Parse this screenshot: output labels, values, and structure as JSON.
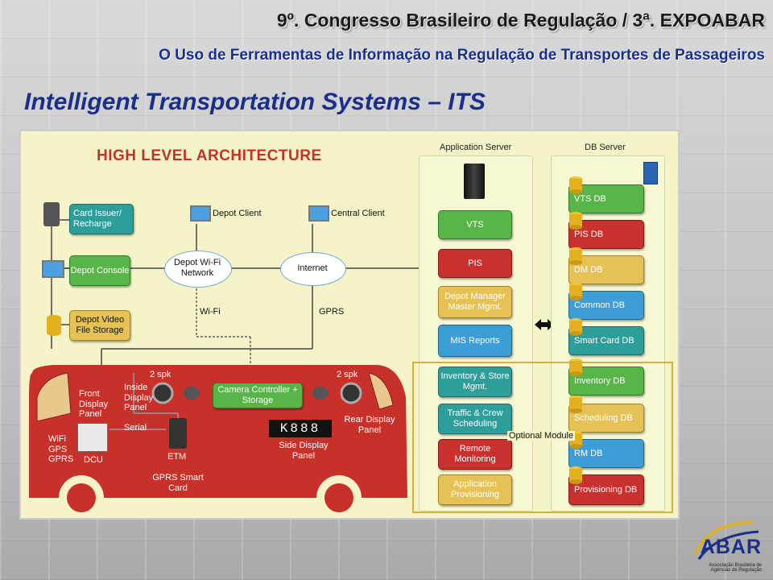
{
  "header": {
    "title": "9º. Congresso Brasileiro de Regulação / 3ª. EXPOABAR",
    "subtitle": "O Uso de Ferramentas de Informação na Regulação de Transportes de Passageiros"
  },
  "page_title": "Intelligent Transportation Systems – ITS",
  "diagram": {
    "title": "HIGH LEVEL ARCHITECTURE",
    "app_server_label": "Application Server",
    "db_server_label": "DB Server",
    "left_nodes": [
      {
        "label": "Card Issuer/ Recharge"
      },
      {
        "label": "Depot Console"
      },
      {
        "label": "Depot Video File Storage"
      }
    ],
    "depot_client": "Depot Client",
    "central_client": "Central Client",
    "depot_network": "Depot Wi-Fi Network",
    "internet": "Internet",
    "wifi": "Wi-Fi",
    "gprs": "GPRS",
    "app_modules": [
      "VTS",
      "PIS",
      "Depot Manager Master Mgmt.",
      "MIS Reports",
      "Inventory & Store Mgmt.",
      "Traffic & Crew Scheduling",
      "Remote Monitoring",
      "Application Provisioning"
    ],
    "db_modules": [
      "VTS DB",
      "PIS DB",
      "DM DB",
      "Common DB",
      "Smart Card DB",
      "Inventory DB",
      "Scheduling DB",
      "RM DB",
      "Provisioning DB"
    ],
    "optional_module": "Optional Module",
    "bus": {
      "spk1": "2 spk",
      "spk2": "2 spk",
      "front_panel": "Front Display Panel",
      "inside_panel": "Inside Display Panel",
      "camera": "Camera Controller + Storage",
      "serial": "Serial",
      "wifi_gps": "WiFi GPS GPRS",
      "dcu": "DCU",
      "etm": "ETM",
      "gprs_card": "GPRS Smart Card",
      "side_display_value": "K888",
      "side_display": "Side Display Panel",
      "rear_panel": "Rear Display Panel"
    }
  },
  "logo": {
    "name": "ABAR",
    "sub": "Associação Brasileira de Agências de Regulação"
  }
}
